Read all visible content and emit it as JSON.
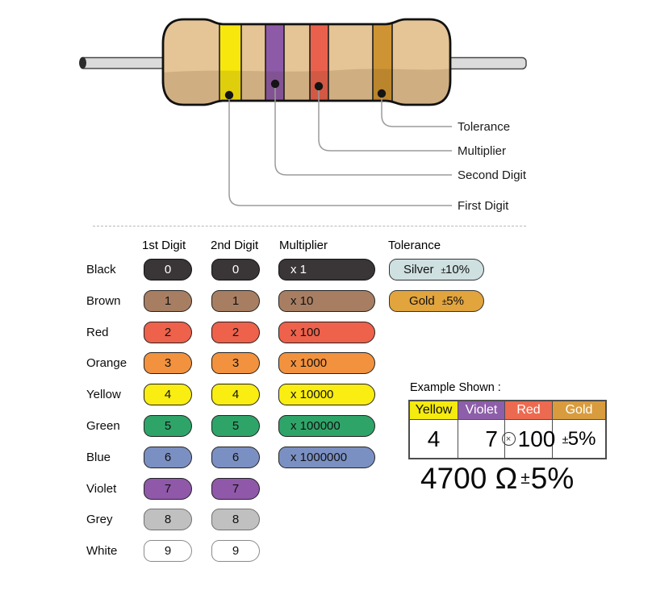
{
  "resistor": {
    "body_color": "#E5C495",
    "lead_color": "#DBDBDB",
    "bands": [
      {
        "name": "yellow-band",
        "color": "#F7E70D",
        "meaning": "First Digit"
      },
      {
        "name": "violet-band",
        "color": "#8D5AA8",
        "meaning": "Second Digit"
      },
      {
        "name": "red-band",
        "color": "#E9614C",
        "meaning": "Multiplier"
      },
      {
        "name": "gold-band",
        "color": "#CE9434",
        "meaning": "Tolerance"
      }
    ],
    "callouts": [
      "Tolerance",
      "Multiplier",
      "Second Digit",
      "First Digit"
    ]
  },
  "table": {
    "headers": [
      "1st Digit",
      "2nd Digit",
      "Multiplier",
      "Tolerance"
    ],
    "rows": [
      {
        "label": "Black",
        "d1": "0",
        "d2": "0",
        "mult": "x 1",
        "color": "#3A3637",
        "text": "#FFFFFF",
        "border": "#111111"
      },
      {
        "label": "Brown",
        "d1": "1",
        "d2": "1",
        "mult": "x 10",
        "color": "#A87E62",
        "text": "#111111",
        "border": "#222222"
      },
      {
        "label": "Red",
        "d1": "2",
        "d2": "2",
        "mult": "x 100",
        "color": "#EE614B",
        "text": "#111111",
        "border": "#222222"
      },
      {
        "label": "Orange",
        "d1": "3",
        "d2": "3",
        "mult": "x 1000",
        "color": "#F2923E",
        "text": "#111111",
        "border": "#222222"
      },
      {
        "label": "Yellow",
        "d1": "4",
        "d2": "4",
        "mult": "x 10000",
        "color": "#F9ED11",
        "text": "#111111",
        "border": "#222222"
      },
      {
        "label": "Green",
        "d1": "5",
        "d2": "5",
        "mult": "x 100000",
        "color": "#2FA469",
        "text": "#111111",
        "border": "#222222"
      },
      {
        "label": "Blue",
        "d1": "6",
        "d2": "6",
        "mult": "x 1000000",
        "color": "#7B90C2",
        "text": "#111111",
        "border": "#222222"
      },
      {
        "label": "Violet",
        "d1": "7",
        "d2": "7",
        "mult": "",
        "color": "#8F58A8",
        "text": "#111111",
        "border": "#222222"
      },
      {
        "label": "Grey",
        "d1": "8",
        "d2": "8",
        "mult": "",
        "color": "#C0C0C0",
        "text": "#111111",
        "border": "#6f6f6f"
      },
      {
        "label": "White",
        "d1": "9",
        "d2": "9",
        "mult": "",
        "color": "#FFFFFF",
        "text": "#111111",
        "border": "#8a8a8a"
      }
    ],
    "tolerance_pills": [
      {
        "label": "Silver",
        "pm": "±",
        "value": "10%",
        "color": "#CFE0E1",
        "text": "#111111",
        "border": "#333333"
      },
      {
        "label": "Gold",
        "pm": "±",
        "value": "5%",
        "color": "#E2A43D",
        "text": "#111111",
        "border": "#333333"
      }
    ]
  },
  "example": {
    "title": "Example Shown :",
    "columns": [
      {
        "label": "Yellow",
        "header_color": "#F5EB0F",
        "header_text": "#111111",
        "value": "4",
        "width": 59
      },
      {
        "label": "Violet",
        "header_color": "#8D5EA9",
        "header_text": "#FFFFFF",
        "value": "7",
        "width": 57,
        "value_align": "right"
      },
      {
        "label": "Red",
        "header_color": "#EC6A50",
        "header_text": "#FFFFFF",
        "value": "100",
        "width": 58,
        "multiply_icon": true
      },
      {
        "label": "Gold",
        "header_color": "#D89C3F",
        "header_text": "#FFFFFF",
        "value": "5%",
        "width": 65,
        "pm": "±",
        "value_size": 24
      }
    ],
    "multiply_symbol": "×",
    "result": {
      "value": "4700 Ω",
      "pm": "±",
      "tolerance": "5%"
    }
  }
}
